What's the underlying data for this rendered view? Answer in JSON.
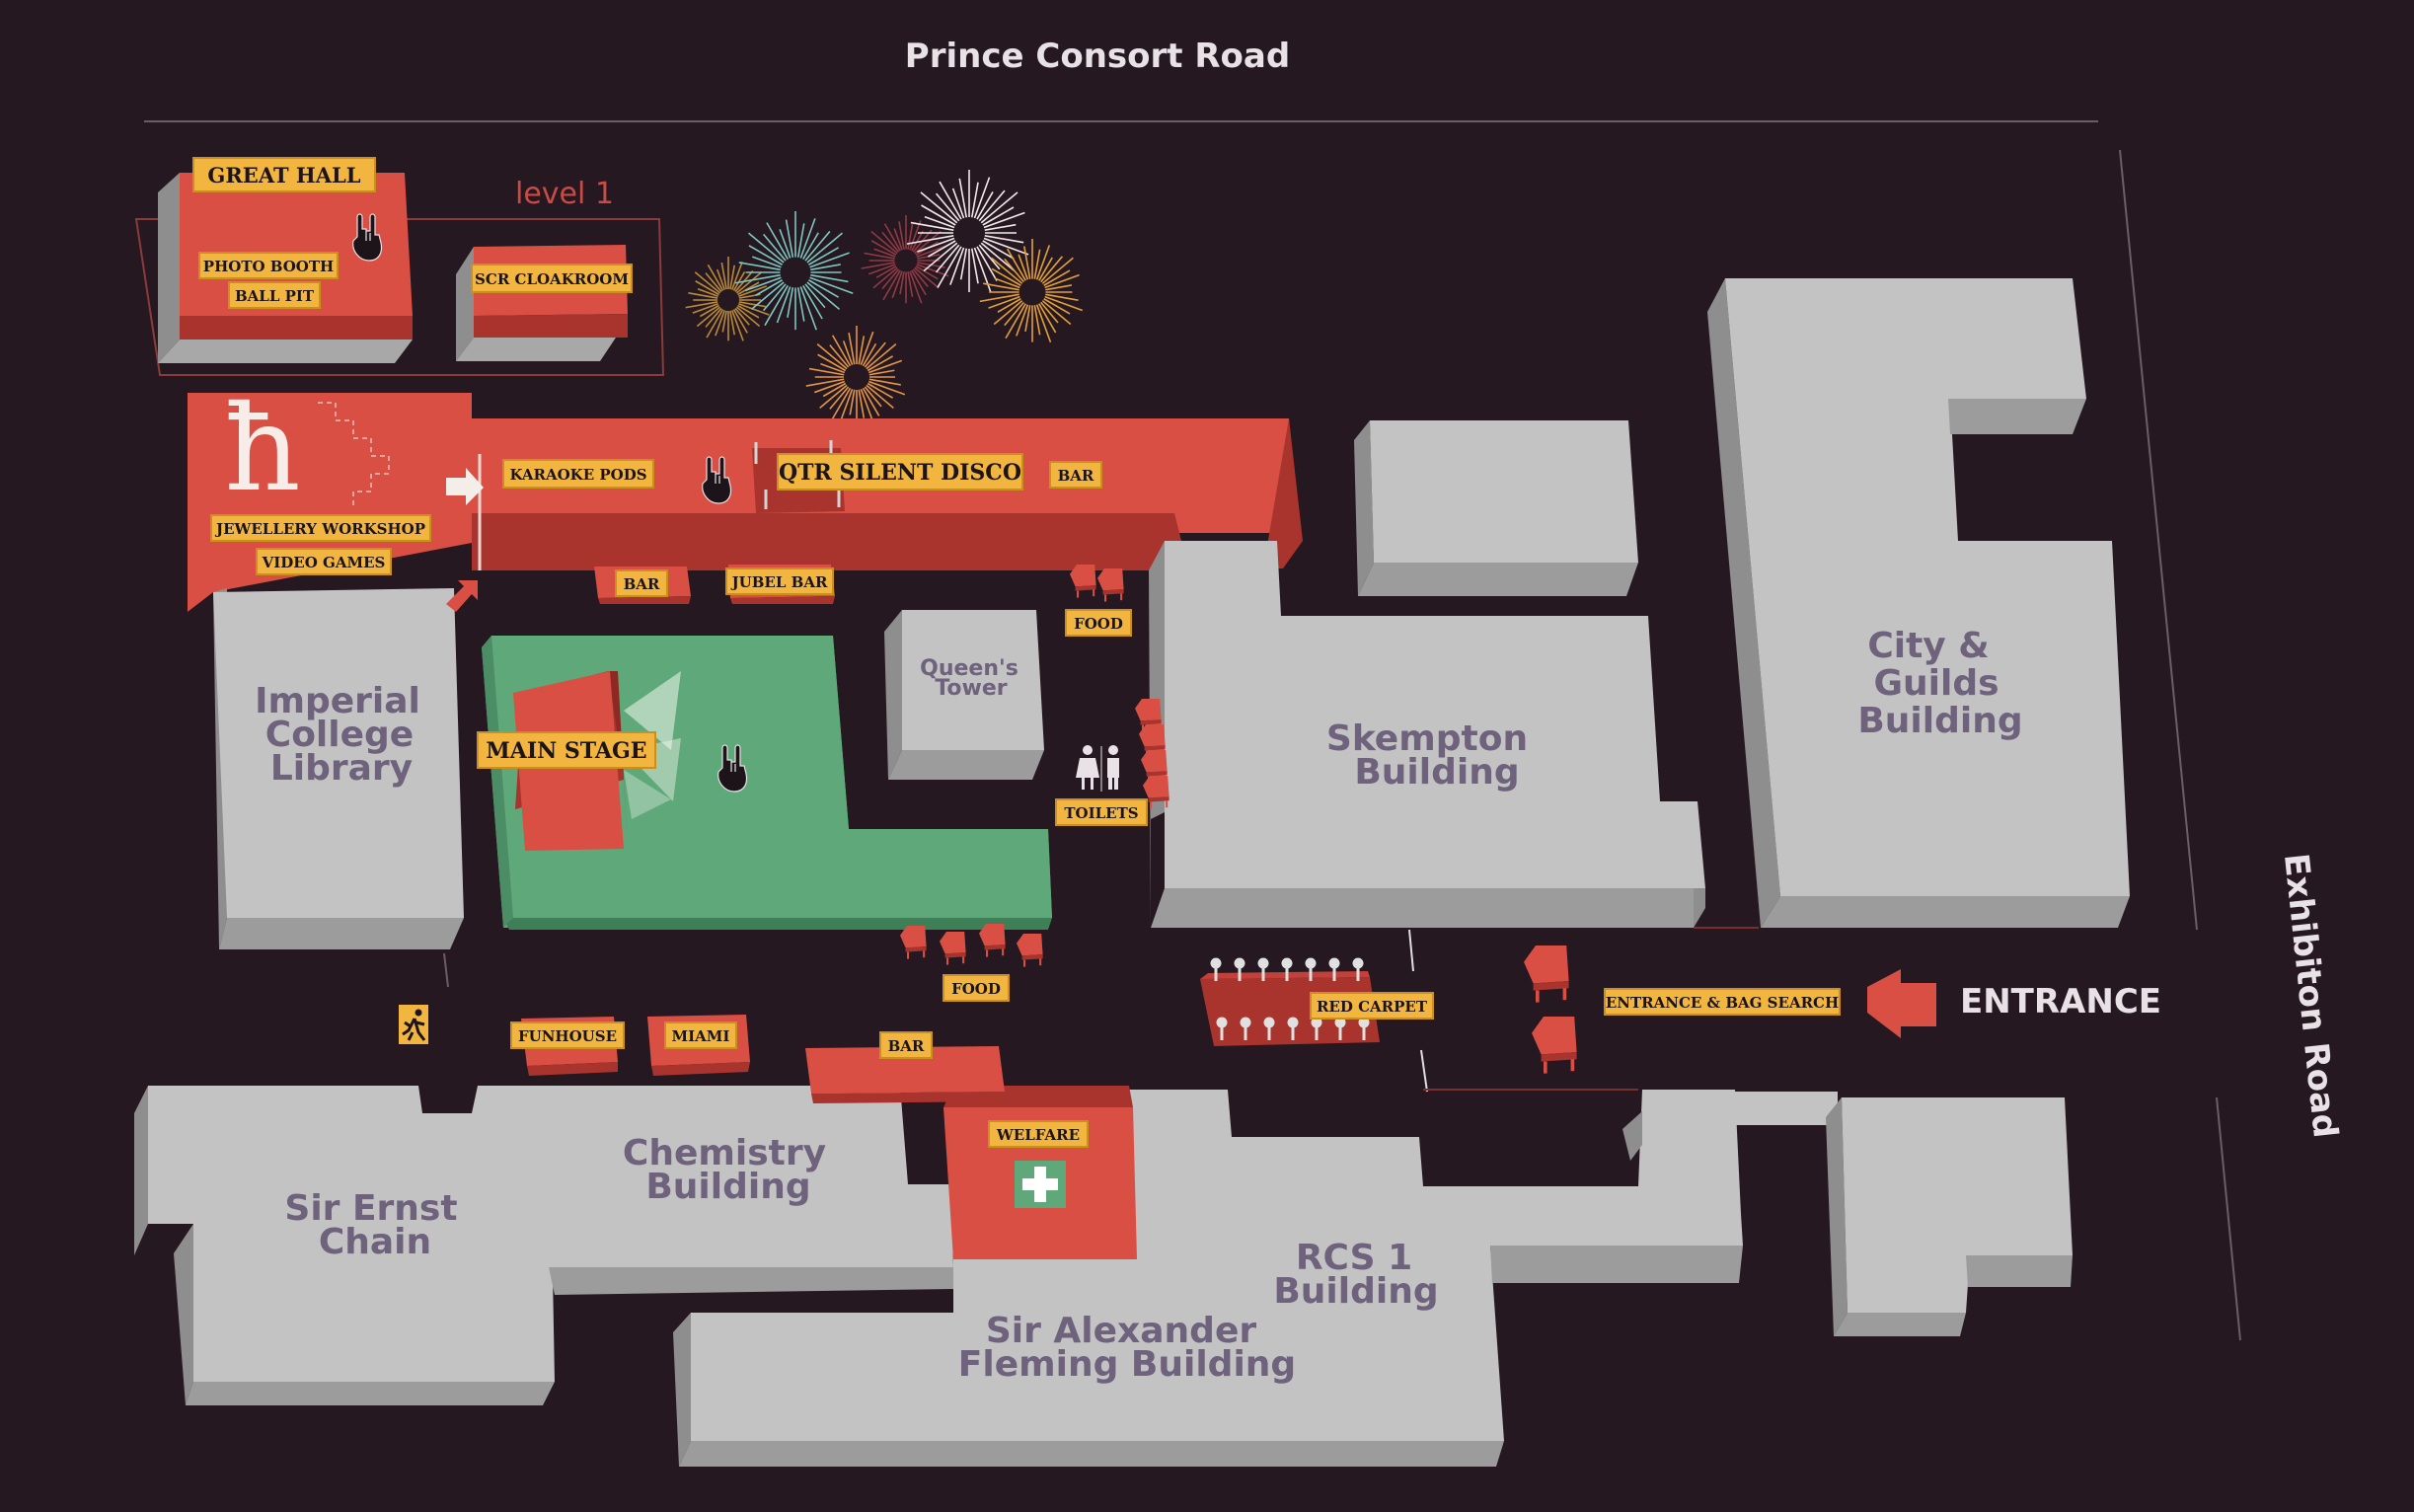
{
  "roads": {
    "north": "Prince Consort Road",
    "east": "Exhibiton Road"
  },
  "level_label": "level 1",
  "entrance_label": "ENTRANCE",
  "buildings": {
    "library": [
      "Imperial",
      "College",
      "Library"
    ],
    "queens_tower": [
      "Queen's",
      "Tower"
    ],
    "skempton": [
      "Skempton",
      "Building"
    ],
    "city_guilds": [
      "City &",
      "Guilds",
      "Building"
    ],
    "chemistry": [
      "Chemistry",
      "Building"
    ],
    "ernst_chain": [
      "Sir Ernst",
      "Chain"
    ],
    "rcs1": [
      "RCS 1",
      "Building"
    ],
    "fleming": [
      "Sir Alexander",
      "Fleming Building"
    ]
  },
  "venues": {
    "great_hall": "GREAT HALL",
    "photo_booth": "PHOTO BOOTH",
    "ball_pit": "BALL PIT",
    "scr_cloakroom": "SCR CLOAKROOM",
    "karaoke_pods": "KARAOKE PODS",
    "qtr_silent_disco": "QTR SILENT DISCO",
    "bar_top": "BAR",
    "jewellery_workshop": "JEWELLERY WORKSHOP",
    "video_games": "VIDEO GAMES",
    "bar_mid": "BAR",
    "jubel_bar": "JUBEL BAR",
    "food_top": "FOOD",
    "main_stage": "MAIN STAGE",
    "toilets": "TOILETS",
    "food_bottom": "FOOD",
    "red_carpet": "RED CARPET",
    "entrance_bag_search": "ENTRANCE & BAG SEARCH",
    "funhouse": "FUNHOUSE",
    "miami": "MIAMI",
    "bar_bottom": "BAR",
    "welfare": "WELFARE"
  },
  "icons": {
    "union_logo": "ħ",
    "rock_hand": "rock-hand-icon",
    "exit": "emergency-exit-icon",
    "welfare_cross": "first-aid-icon",
    "toilets": "toilets-icon",
    "fireworks": "fireworks-icon",
    "arrow": "arrow-icon"
  },
  "colors": {
    "background": "#251820",
    "building_top": "#c3c3c3",
    "building_side": "#8e8e8e",
    "venue_red": "#d94f44",
    "venue_dark_red": "#a8342d",
    "stage_green": "#5fa87a",
    "label_yellow": "#f2b640",
    "building_text": "#6e627c"
  }
}
